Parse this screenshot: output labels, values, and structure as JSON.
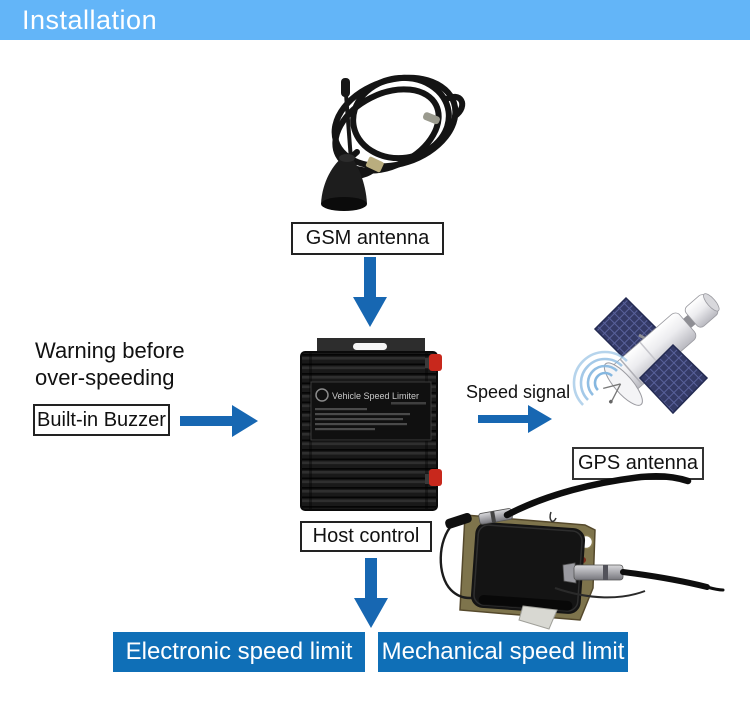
{
  "header": {
    "title": "Installation"
  },
  "colors": {
    "header_bg": "#63B5F8",
    "arrow_blue": "#1767B2",
    "button_bg": "#0F6FB7",
    "button_text": "#FFFFFF",
    "label_box_border": "#222222",
    "satellite_panel": "#343A66",
    "signal_arc": "#85B7E0",
    "connector_red": "#C8281C"
  },
  "diagram": {
    "gsm": {
      "label": "GSM antenna"
    },
    "warning": {
      "line1": "Warning before",
      "line2": "over-speeding"
    },
    "buzzer": {
      "label": "Built-in Buzzer"
    },
    "speed_signal": {
      "label": "Speed signal"
    },
    "gps": {
      "label": "GPS antenna"
    },
    "host": {
      "label": "Host control",
      "device_text": "Vehicle Speed Limiter"
    },
    "outputs": {
      "electronic": {
        "label": "Electronic speed limit"
      },
      "mechanical": {
        "label": "Mechanical speed limit"
      }
    }
  }
}
